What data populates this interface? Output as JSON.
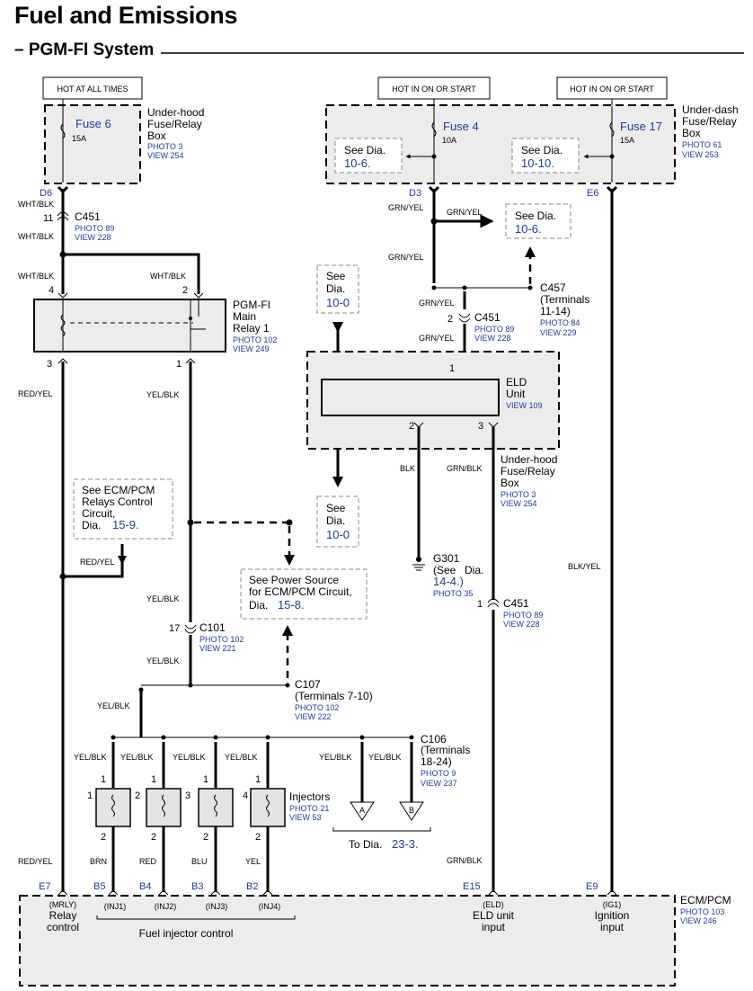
{
  "header": {
    "title": "Fuel and Emissions",
    "subtitle": "– PGM-FI System"
  },
  "hot_labels": {
    "always": "HOT AT ALL TIMES",
    "on_start_1": "HOT IN ON OR START",
    "on_start_2": "HOT IN ON OR START"
  },
  "underhood_box": {
    "l1": "Under-hood",
    "l2": "Fuse/Relay",
    "l3": "Box",
    "photo": "PHOTO 3",
    "view": "VIEW 254"
  },
  "underdash_box": {
    "l1": "Under-dash",
    "l2": "Fuse/Relay",
    "l3": "Box",
    "photo": "PHOTO 61",
    "view": "VIEW 253"
  },
  "underhood_box2": {
    "l1": "Under-hood",
    "l2": "Fuse/Relay",
    "l3": "Box",
    "photo": "PHOTO 3",
    "view": "VIEW 254"
  },
  "fuses": {
    "f6": {
      "name": "Fuse 6",
      "amp": "15A"
    },
    "f4": {
      "name": "Fuse 4",
      "amp": "10A"
    },
    "f17": {
      "name": "Fuse 17",
      "amp": "15A"
    }
  },
  "see_boxes": {
    "d106a": {
      "l1": "See Dia.",
      "l2": "10-6."
    },
    "d1010": {
      "l1": "See Dia.",
      "l2": "10-10."
    },
    "d106b": {
      "l1": "See Dia.",
      "l2": "10-6."
    },
    "d100a": {
      "l1": "See",
      "l2": "Dia.",
      "l3": "10-0"
    },
    "d100b": {
      "l1": "See",
      "l2": "Dia.",
      "l3": "10-0"
    },
    "ecm_relays": {
      "l1": "See ECM/PCM",
      "l2": "Relays Control",
      "l3": "Circuit,",
      "l4": "Dia.",
      "ref": "15-9."
    },
    "power": {
      "l1": "See Power Source",
      "l2": "for ECM/PCM Circuit,",
      "l3": "Dia.",
      "ref": "15-8."
    }
  },
  "connectors": {
    "c451a": {
      "name": "C451",
      "photo": "PHOTO 89",
      "view": "VIEW 228",
      "pin": "11"
    },
    "c457": {
      "name": "C457",
      "sub1": "(Terminals",
      "sub2": "11-14)",
      "photo": "PHOTO 84",
      "view": "VIEW 229"
    },
    "c451b": {
      "name": "C451",
      "photo": "PHOTO 89",
      "view": "VIEW 228",
      "pin": "2"
    },
    "c451c": {
      "name": "C451",
      "photo": "PHOTO 89",
      "view": "VIEW 228",
      "pin": "1"
    },
    "c101": {
      "name": "C101",
      "photo": "PHOTO 102",
      "view": "VIEW 221",
      "pin": "17"
    },
    "c107": {
      "name": "C107",
      "sub": "(Terminals 7-10)",
      "photo": "PHOTO 102",
      "view": "VIEW 222"
    },
    "c106": {
      "name": "C106",
      "sub1": "(Terminals",
      "sub2": "18-24)",
      "photo": "PHOTO 9",
      "view": "VIEW 237"
    }
  },
  "relay": {
    "l1": "PGM-FI",
    "l2": "Main",
    "l3": "Relay 1",
    "photo": "PHOTO 102",
    "view": "VIEW 249",
    "p4": "4",
    "p2": "2",
    "p3": "3",
    "p1": "1"
  },
  "eld": {
    "l1": "ELD",
    "l2": "Unit",
    "view": "VIEW 109",
    "p1": "1",
    "p2": "2",
    "p3": "3"
  },
  "ground": {
    "name": "G301",
    "l1": "(See",
    "l2": "Dia.",
    "ref": "14-4.)",
    "photo": "PHOTO 35"
  },
  "injectors": {
    "label": "Injectors",
    "photo": "PHOTO 21",
    "view": "VIEW 53",
    "nums": [
      "1",
      "2",
      "3",
      "4"
    ],
    "pin_top": "1",
    "pin_bot": "2"
  },
  "to_dia": {
    "label": "To Dia.",
    "ref": "23-3.",
    "a": "A",
    "b": "B"
  },
  "pins": {
    "d6": "D6",
    "d3": "D3",
    "e6": "E6",
    "e7": "E7",
    "b5": "B5",
    "b4": "B4",
    "b3": "B3",
    "b2": "B2",
    "e15": "E15",
    "e9": "E9"
  },
  "wires": {
    "wht_blk": "WHT/BLK",
    "grn_yel": "GRN/YEL",
    "red_yel": "RED/YEL",
    "yel_blk": "YEL/BLK",
    "red_yel2": "RED/YEL",
    "blk": "BLK",
    "grn_blk": "GRN/BLK",
    "blk_yel": "BLK/YEL",
    "brn": "BRN",
    "red": "RED",
    "blu": "BLU",
    "yel": "YEL"
  },
  "ecm": {
    "name": "ECM/PCM",
    "photo": "PHOTO 103",
    "view": "VIEW 246",
    "mrly": "(MRLY)",
    "relay1": "Relay",
    "relay2": "control",
    "inj": [
      "(INJ1)",
      "(INJ2)",
      "(INJ3)",
      "(INJ4)"
    ],
    "fuel_ctrl": "Fuel injector control",
    "eld_t": "(ELD)",
    "eld1": "ELD unit",
    "eld2": "input",
    "ig_t": "(IG1)",
    "ig1": "Ignition",
    "ig2": "input"
  },
  "colors": {
    "link": "#1f3b9b",
    "box_fill": "#ececec"
  }
}
